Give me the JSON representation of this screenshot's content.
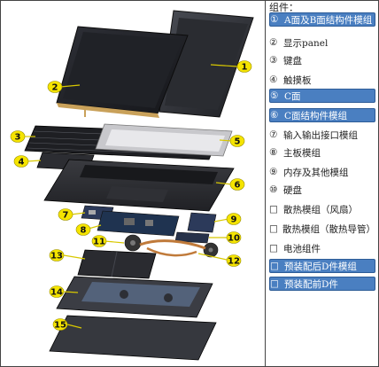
{
  "panel": {
    "title": "组件：",
    "items": [
      {
        "num": "①",
        "label": "A面及B面结构件模组",
        "highlight": true
      },
      {
        "num": "②",
        "label": "显示panel",
        "highlight": false
      },
      {
        "num": "③",
        "label": "键盘",
        "highlight": false
      },
      {
        "num": "④",
        "label": "触摸板",
        "highlight": false
      },
      {
        "num": "⑤",
        "label": "C面",
        "highlight": true
      },
      {
        "num": "⑥",
        "label": "C面结构件模组",
        "highlight": true
      },
      {
        "num": "⑦",
        "label": "输入输出接口模组",
        "highlight": false
      },
      {
        "num": "⑧",
        "label": "主板模组",
        "highlight": false
      },
      {
        "num": "⑨",
        "label": "内存及其他模组",
        "highlight": false
      },
      {
        "num": "⑩",
        "label": "硬盘",
        "highlight": false
      },
      {
        "num": "□",
        "label": "散热模组（风扇）",
        "highlight": false
      },
      {
        "num": "□",
        "label": "散热模组（散热导管）",
        "highlight": false
      },
      {
        "num": "□",
        "label": "电池组件",
        "highlight": false
      },
      {
        "num": "□",
        "label": "预装配后D件模组",
        "highlight": true
      },
      {
        "num": "□",
        "label": "预装配前D件",
        "highlight": true
      }
    ]
  },
  "callouts": [
    "1",
    "2",
    "3",
    "4",
    "5",
    "6",
    "7",
    "8",
    "9",
    "10",
    "11",
    "12",
    "13",
    "14",
    "15"
  ],
  "colors": {
    "callout_fill": "#f5e400",
    "highlight": "#4a7fc1",
    "device_dark": "#2b2c30"
  }
}
